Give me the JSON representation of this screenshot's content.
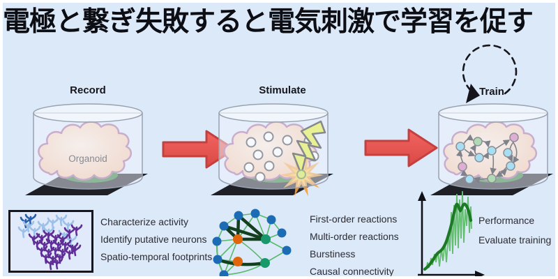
{
  "title": "電極と繋ぎ失敗すると電気刺激で学習を促す",
  "stages": {
    "record": {
      "label": "Record",
      "organoid_label": "Organoid"
    },
    "stimulate": {
      "label": "Stimulate"
    },
    "train": {
      "label": "Train"
    }
  },
  "captions": {
    "record": {
      "items": [
        "Characterize activity",
        "Identify putative neurons",
        "Spatio-temporal footprints"
      ]
    },
    "stimulate": {
      "items": [
        "First-order reactions",
        "Multi-order reactions",
        "Burstiness",
        "Causal connectivity"
      ]
    },
    "train": {
      "items": [
        "Performance",
        "Evaluate training"
      ]
    }
  },
  "icons": {
    "arrow1": "red-block-arrow-right",
    "arrow2": "red-block-arrow-right",
    "loop": "dashed-cycle-arrow",
    "lightning": "lightning-bolt",
    "spikes": "neuron-spike-footprints",
    "network": "causal-network-graph",
    "chart": "performance-curve-chart"
  },
  "colors": {
    "background": "#dce9f8",
    "title_text": "#0d0d14",
    "arrow_red": "#ee5350",
    "arrow_red_dark": "#c4403e",
    "dish_stroke": "#98a1b0",
    "organoid_fill": "#f6cab0",
    "organoid_stroke": "#a4679c",
    "plate_black": "#1f1f26",
    "blob_green": "#2d7a35",
    "lightning_yellow": "#e3ec2d",
    "starburst_orange": "#f59d3c",
    "node_cyan": "#62c8e8",
    "node_green": "#71c06b",
    "node_pink": "#cf6aa8",
    "net_node_blue": "#1b6cb5",
    "net_node_orange": "#e0660e",
    "net_node_teal": "#18996b",
    "edge_light_green": "#58b96a",
    "edge_dark_green": "#143f1e",
    "spike_purple": "#5f2f96",
    "spike_light_blue": "#9cc0e8",
    "spike_dark_blue": "#2a5fae",
    "curve_light_green": "#63bd6f",
    "curve_dark_green": "#1d7a24"
  }
}
